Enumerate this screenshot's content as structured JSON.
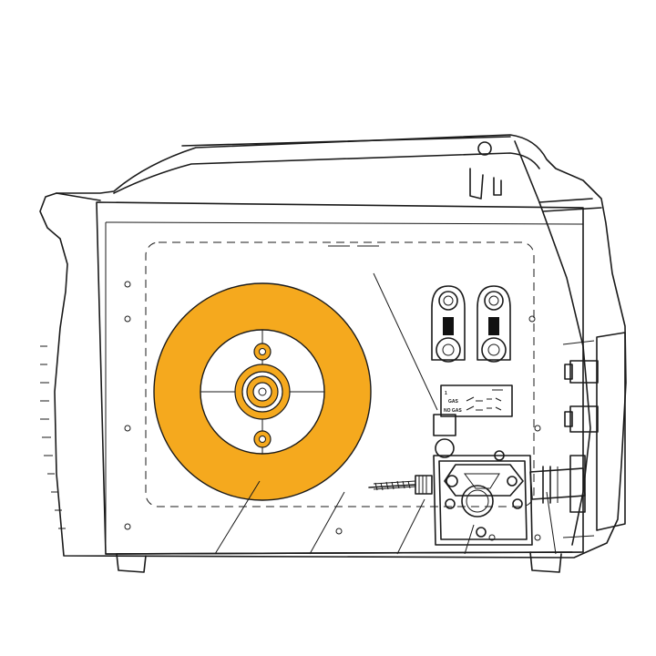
{
  "colors": {
    "spool_fill": "#F5A91E",
    "line": "#1a1a1a",
    "background": "#ffffff"
  },
  "label_plate": {
    "top_symbol": "1",
    "row1": "GAS",
    "row2": "NO GAS"
  }
}
